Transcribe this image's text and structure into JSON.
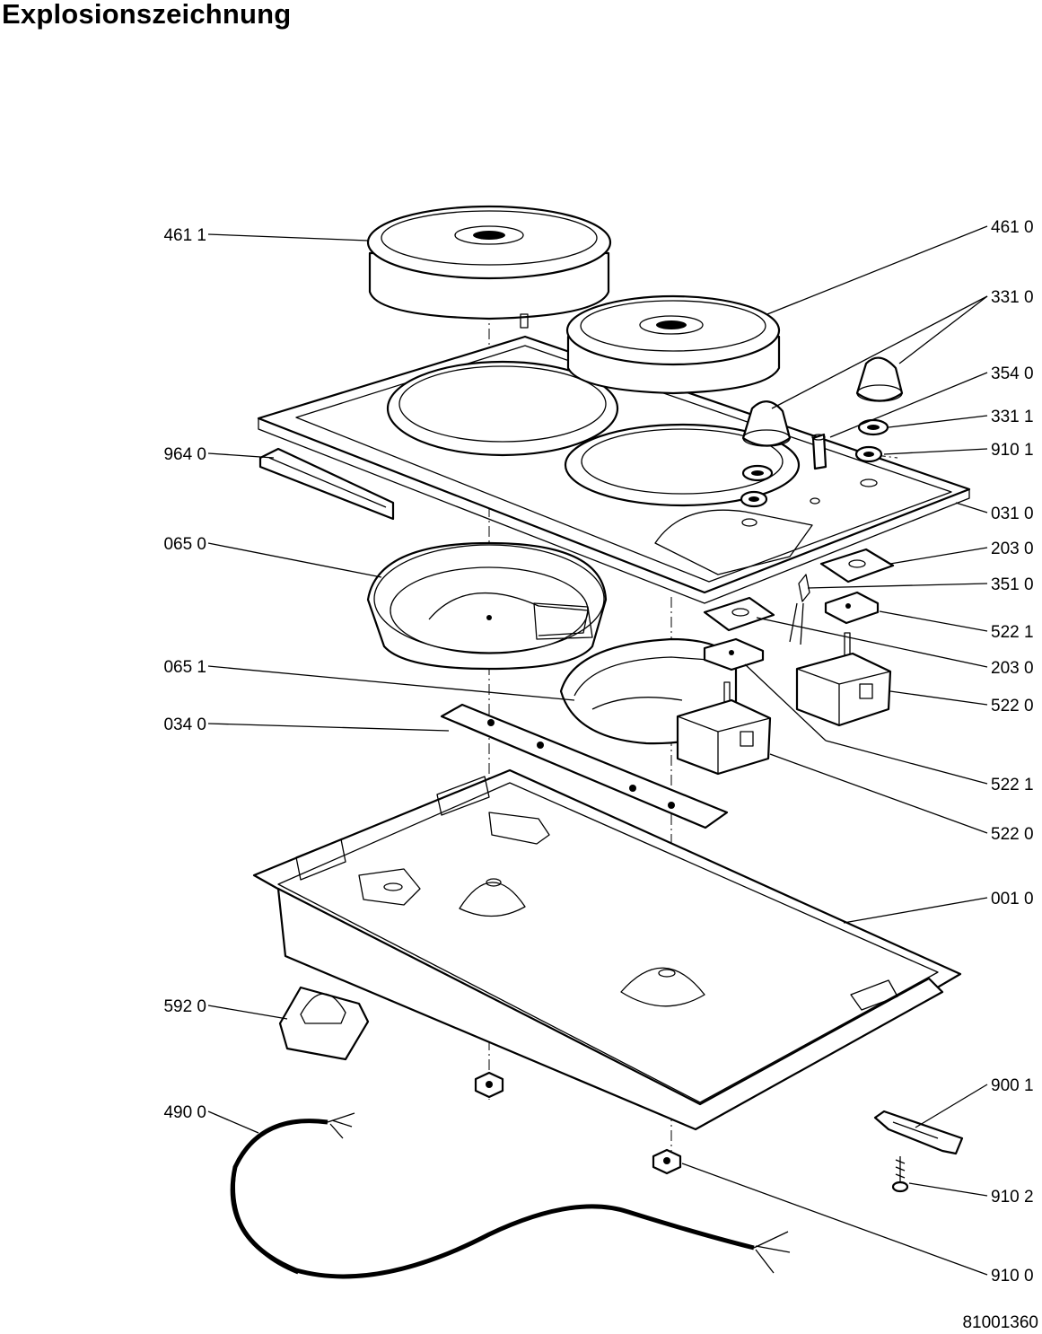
{
  "title": "Explosionszeichnung",
  "drawing_number": "81001360",
  "part_labels": {
    "hotplate_left": "461 1",
    "hotplate_right": "461 0",
    "knob": "331 0",
    "indicator_lamp": "354 0",
    "knob_ring": "331 1",
    "nut_top": "910 1",
    "top_plate": "031 0",
    "gasket": "964 0",
    "insulator_upper": "203 0",
    "lamp_holder": "351 0",
    "switch_bracket_upper": "522 1",
    "insulator_lower": "203 0",
    "switch_upper": "522 0",
    "switch_bracket_lower": "522 1",
    "switch_lower": "522 0",
    "reflector_pan_left": "065 0",
    "reflector_pan_right": "065 1",
    "support_bar": "034 0",
    "housing_tray": "001 0",
    "terminal_block": "592 0",
    "mains_cable": "490 0",
    "cable_clamp": "900 1",
    "screw": "910 2",
    "nut_bottom": "910 0"
  }
}
